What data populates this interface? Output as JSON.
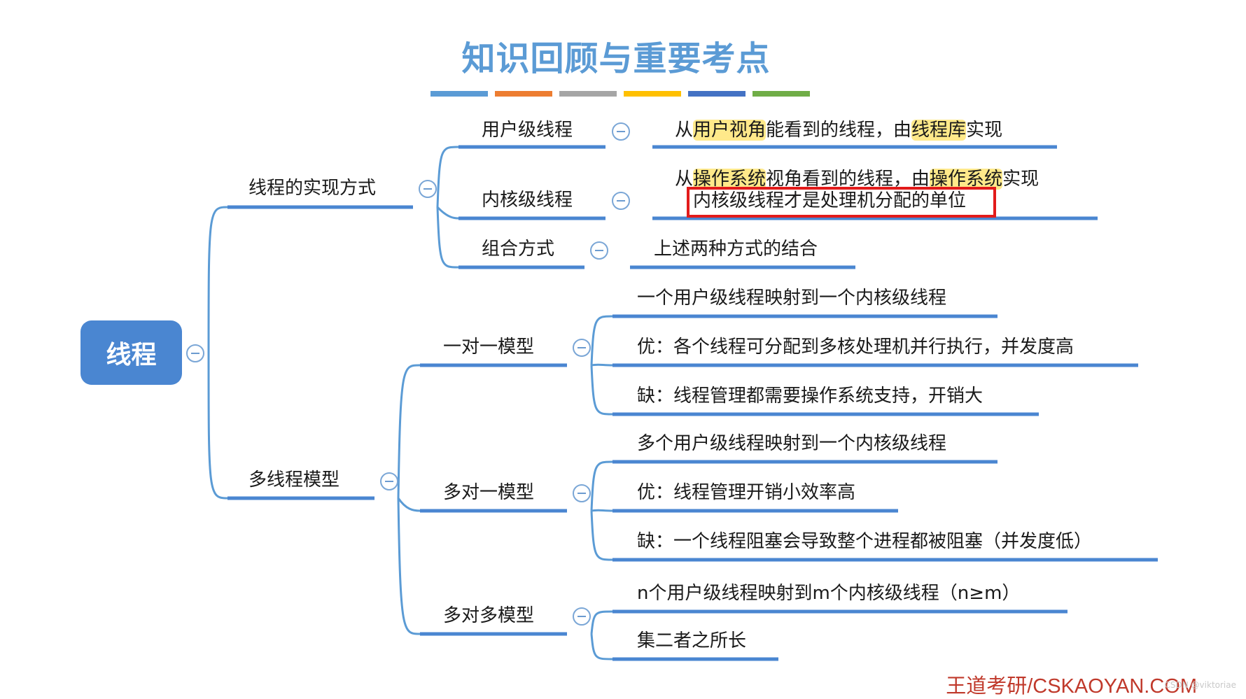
{
  "title": "知识回顾与重要考点",
  "swatches": [
    "#5b9bd5",
    "#ed7d31",
    "#a5a5a5",
    "#ffc000",
    "#4472c4",
    "#70ad47"
  ],
  "root": "线程",
  "branch1": {
    "label": "线程的实现方式",
    "items": [
      {
        "label": "用户级线程",
        "desc_parts": [
          "从",
          "用户视角",
          "能看到的线程，由",
          "线程库",
          "实现"
        ]
      },
      {
        "label": "内核级线程",
        "desc_parts": [
          "从",
          "操作系统",
          "视角看到的线程，由",
          "操作系统",
          "实现"
        ],
        "note": "内核级线程才是处理机分配的单位"
      },
      {
        "label": "组合方式",
        "desc": "上述两种方式的结合"
      }
    ]
  },
  "branch2": {
    "label": "多线程模型",
    "models": [
      {
        "label": "一对一模型",
        "points": [
          "一个用户级线程映射到一个内核级线程",
          "优：各个线程可分配到多核处理机并行执行，并发度高",
          "缺：线程管理都需要操作系统支持，开销大"
        ]
      },
      {
        "label": "多对一模型",
        "points": [
          "多个用户级线程映射到一个内核级线程",
          "优：线程管理开销小效率高",
          "缺：一个线程阻塞会导致整个进程都被阻塞（并发度低）"
        ]
      },
      {
        "label": "多对多模型",
        "points": [
          "n个用户级线程映射到m个内核级线程（n≥m）",
          "集二者之所长"
        ]
      }
    ]
  },
  "watermark": "王道考研/CSKAOYAN.COM",
  "csdn": "CSDN @viktoriae"
}
